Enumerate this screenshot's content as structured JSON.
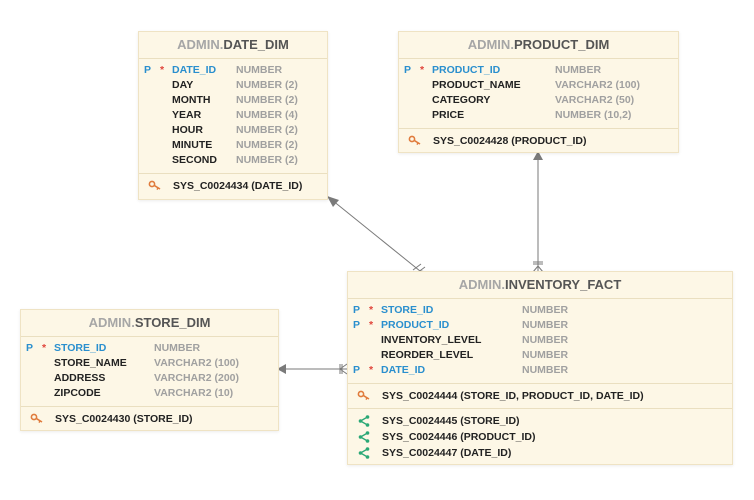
{
  "tables": {
    "date_dim": {
      "schema": "ADMIN",
      "name": "DATE_DIM",
      "columns": [
        {
          "pk": "P",
          "req": "*",
          "name": "DATE_ID",
          "type": "NUMBER",
          "key": true
        },
        {
          "pk": "",
          "req": "",
          "name": "DAY",
          "type": "NUMBER (2)",
          "key": false
        },
        {
          "pk": "",
          "req": "",
          "name": "MONTH",
          "type": "NUMBER (2)",
          "key": false
        },
        {
          "pk": "",
          "req": "",
          "name": "YEAR",
          "type": "NUMBER (4)",
          "key": false
        },
        {
          "pk": "",
          "req": "",
          "name": "HOUR",
          "type": "NUMBER (2)",
          "key": false
        },
        {
          "pk": "",
          "req": "",
          "name": "MINUTE",
          "type": "NUMBER (2)",
          "key": false
        },
        {
          "pk": "",
          "req": "",
          "name": "SECOND",
          "type": "NUMBER (2)",
          "key": false
        }
      ],
      "pk_constraints": [
        "SYS_C0024434 (DATE_ID)"
      ],
      "fk_constraints": []
    },
    "product_dim": {
      "schema": "ADMIN",
      "name": "PRODUCT_DIM",
      "columns": [
        {
          "pk": "P",
          "req": "*",
          "name": "PRODUCT_ID",
          "type": "NUMBER",
          "key": true
        },
        {
          "pk": "",
          "req": "",
          "name": "PRODUCT_NAME",
          "type": "VARCHAR2 (100)",
          "key": false
        },
        {
          "pk": "",
          "req": "",
          "name": "CATEGORY",
          "type": "VARCHAR2 (50)",
          "key": false
        },
        {
          "pk": "",
          "req": "",
          "name": "PRICE",
          "type": "NUMBER (10,2)",
          "key": false
        }
      ],
      "pk_constraints": [
        "SYS_C0024428 (PRODUCT_ID)"
      ],
      "fk_constraints": []
    },
    "store_dim": {
      "schema": "ADMIN",
      "name": "STORE_DIM",
      "columns": [
        {
          "pk": "P",
          "req": "*",
          "name": "STORE_ID",
          "type": "NUMBER",
          "key": true
        },
        {
          "pk": "",
          "req": "",
          "name": "STORE_NAME",
          "type": "VARCHAR2 (100)",
          "key": false
        },
        {
          "pk": "",
          "req": "",
          "name": "ADDRESS",
          "type": "VARCHAR2 (200)",
          "key": false
        },
        {
          "pk": "",
          "req": "",
          "name": "ZIPCODE",
          "type": "VARCHAR2 (10)",
          "key": false
        }
      ],
      "pk_constraints": [
        "SYS_C0024430 (STORE_ID)"
      ],
      "fk_constraints": []
    },
    "inventory_fact": {
      "schema": "ADMIN",
      "name": "INVENTORY_FACT",
      "columns": [
        {
          "pk": "P",
          "req": "*",
          "name": "STORE_ID",
          "type": "NUMBER",
          "key": true
        },
        {
          "pk": "P",
          "req": "*",
          "name": "PRODUCT_ID",
          "type": "NUMBER",
          "key": true
        },
        {
          "pk": "",
          "req": "",
          "name": "INVENTORY_LEVEL",
          "type": "NUMBER",
          "key": false
        },
        {
          "pk": "",
          "req": "",
          "name": "REORDER_LEVEL",
          "type": "NUMBER",
          "key": false
        },
        {
          "pk": "P",
          "req": "*",
          "name": "DATE_ID",
          "type": "NUMBER",
          "key": true
        }
      ],
      "pk_constraints": [
        "SYS_C0024444 (STORE_ID, PRODUCT_ID, DATE_ID)"
      ],
      "fk_constraints": [
        "SYS_C0024445 (STORE_ID)",
        "SYS_C0024446 (PRODUCT_ID)",
        "SYS_C0024447 (DATE_ID)"
      ]
    }
  },
  "colors": {
    "table_bg": "#fdf7e6",
    "key_column": "#2a8fce",
    "required_marker": "#e0453b",
    "pk_icon": "#e07b3c",
    "fk_icon": "#2aa876",
    "connector": "#777777"
  },
  "icons": {
    "pk_constraint": "key-icon",
    "fk_constraint": "share-icon"
  }
}
